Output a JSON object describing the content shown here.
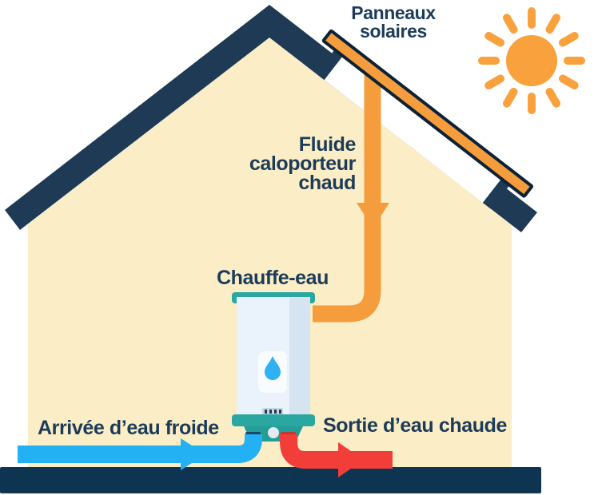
{
  "labels": {
    "solar_panels_line1": "Panneaux",
    "solar_panels_line2": "solaires",
    "fluid_line1": "Fluide",
    "fluid_line2": "caloporteur",
    "fluid_line3": "chaud",
    "water_heater": "Chauffe-eau",
    "cold_water_inlet": "Arrivée d’eau froide",
    "hot_water_outlet": "Sortie d’eau chaude"
  },
  "colors": {
    "navy": "#1E3A55",
    "text_navy": "#1C3B59",
    "ground_navy": "#0D3450",
    "cream": "#FBEDC5",
    "orange": "#F59D3D",
    "sun_orange": "#F9A13C",
    "panel_frame": "#0C2236",
    "white": "#FFFFFF",
    "teal": "#2AA7A1",
    "teal_dark": "#249D98",
    "heater_body": "#EAF2FB",
    "heater_shade": "#D6E4F1",
    "heater_panel": "#F9FCFF",
    "grill_gray": "#C9D5E0",
    "knob_gray": "#E4EAF0",
    "drop_blue": "#2FB1F2",
    "cold_blue": "#23B1F3",
    "hot_red": "#F23E39",
    "stub_navy": "#1E4765",
    "stub_red": "#C03A30"
  },
  "icons": {
    "sun": "sun-icon",
    "hot_fluid_arrow": "arrow-down-icon",
    "cold_water_arrow": "arrow-right-icon",
    "hot_water_arrow": "arrow-right-icon",
    "water_drop": "water-drop-icon"
  }
}
